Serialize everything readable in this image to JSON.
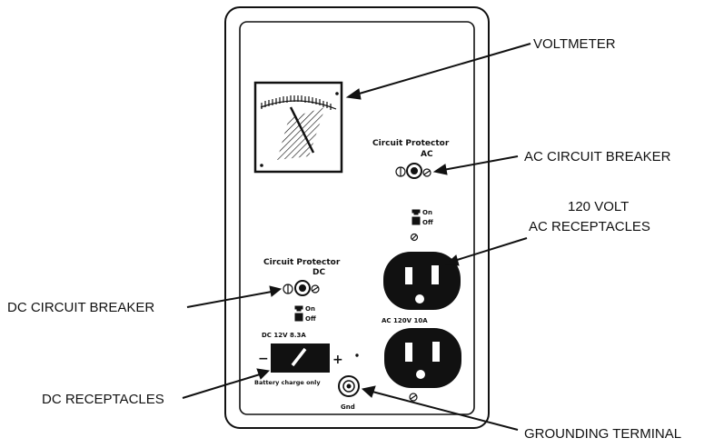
{
  "callouts": {
    "voltmeter": "VOLTMETER",
    "ac_circuit_breaker": "AC CIRCUIT BREAKER",
    "ac_receptacles_line1": "120 VOLT",
    "ac_receptacles_line2": "AC RECEPTACLES",
    "dc_circuit_breaker": "DC CIRCUIT BREAKER",
    "dc_receptacles": "DC RECEPTACLES",
    "grounding_terminal": "GROUNDING TERMINAL"
  },
  "panel": {
    "ac_protector_line1": "Circuit Protector",
    "ac_protector_line2": "AC",
    "ac_on": "On",
    "ac_off": "Off",
    "dc_protector_line1": "Circuit Protector",
    "dc_protector_line2": "DC",
    "dc_on": "On",
    "dc_off": "Off",
    "ac_rating": "AC  120V   10A",
    "dc_rating": "DC  12V    8.3A",
    "dc_minus": "−",
    "dc_plus": "+",
    "battery_note": "Battery charge only",
    "gnd_label": "Gnd"
  }
}
